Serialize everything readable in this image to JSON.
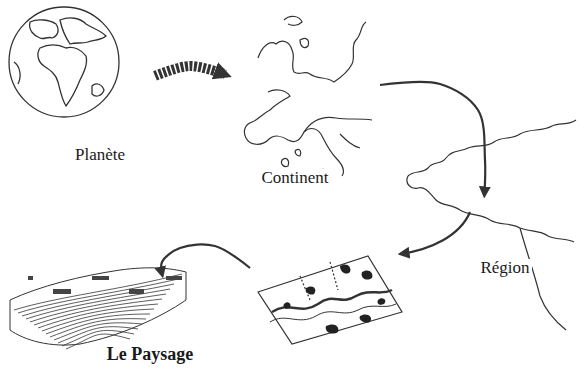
{
  "diagram": {
    "nodes": [
      {
        "text": [
          "Planète"
        ]
      },
      {
        "text": [
          "Continent"
        ]
      },
      {
        "text": [
          "Région"
        ]
      },
      {
        "text": [
          "Le Paysage"
        ]
      }
    ],
    "edges": [
      {
        "from": 0,
        "to": 1,
        "arrow": "to"
      },
      {
        "from": 1,
        "to": 2,
        "arrow": "to"
      },
      {
        "from": 2,
        "to": 3,
        "arrow": "to"
      }
    ]
  }
}
